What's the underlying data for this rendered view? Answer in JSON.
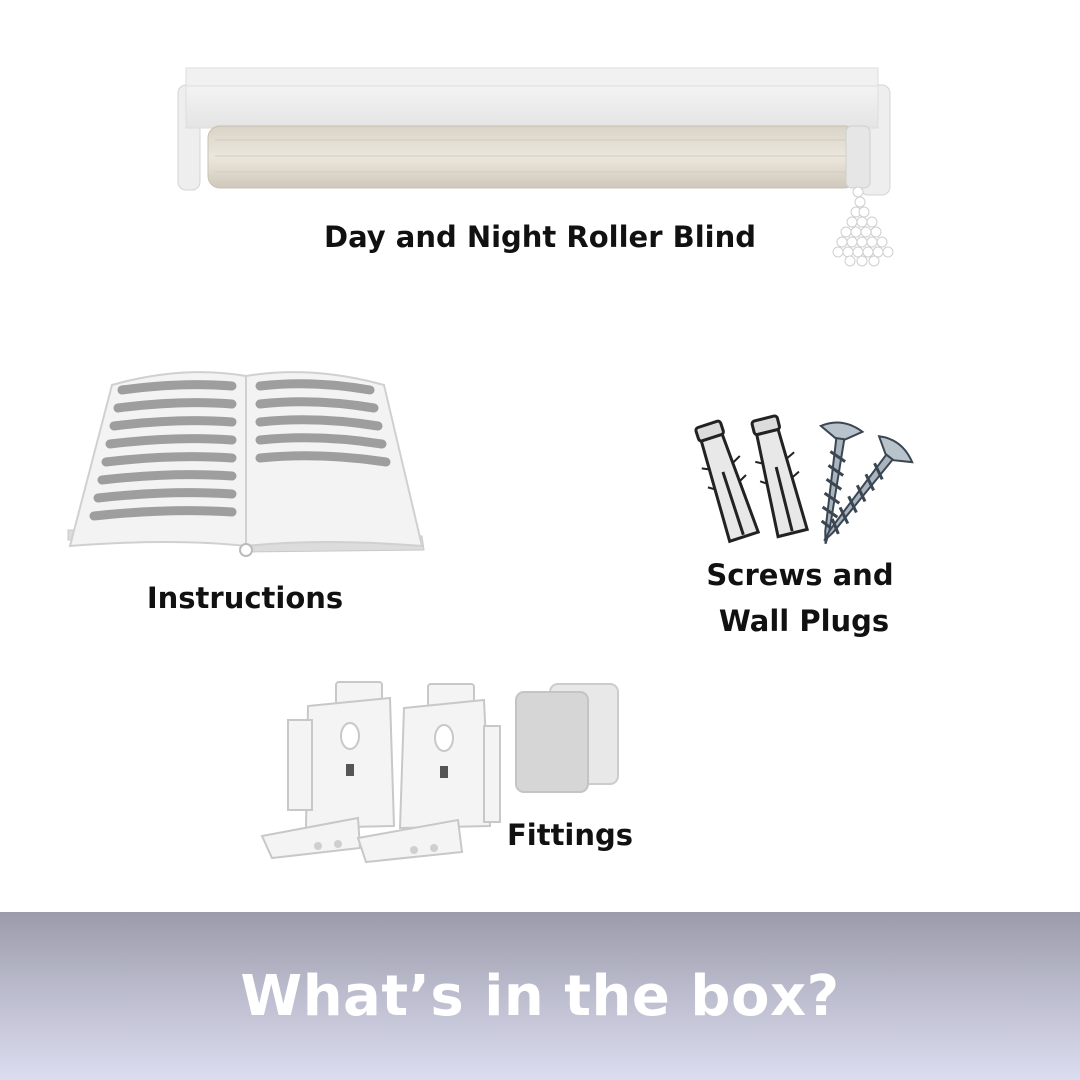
{
  "items": {
    "roller_blind": {
      "label": "Day and Night Roller Blind",
      "icon": "roller-blind-icon"
    },
    "instructions": {
      "label": "Instructions",
      "icon": "instruction-book-icon"
    },
    "screws": {
      "label_line1": "Screws and",
      "label_line2": "Wall Plugs",
      "icon": "screws-and-plugs-icon"
    },
    "fittings": {
      "label": "Fittings",
      "icon": "brackets-icon"
    }
  },
  "banner": {
    "title": "What’s in the box?"
  },
  "colors": {
    "label_text": "#111111",
    "banner_top": "#9b9bab",
    "banner_bottom": "#dcdcf0",
    "banner_text": "#ffffff"
  }
}
